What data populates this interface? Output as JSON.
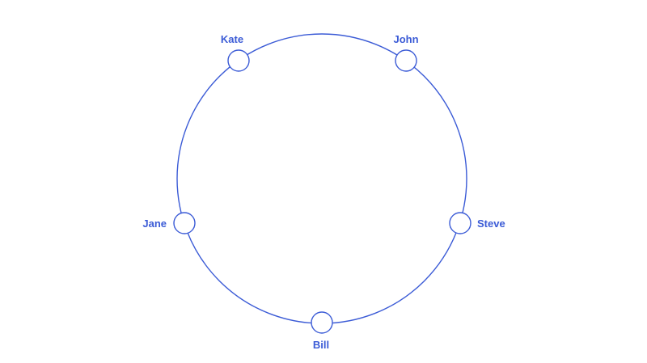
{
  "colors": {
    "accent": "#3b5bd6",
    "node_fill": "#ffffff",
    "background": "#ffffff"
  },
  "nodes": [
    {
      "id": "kate",
      "label": "Kate"
    },
    {
      "id": "john",
      "label": "John"
    },
    {
      "id": "steve",
      "label": "Steve"
    },
    {
      "id": "bill",
      "label": "Bill"
    },
    {
      "id": "jane",
      "label": "Jane"
    }
  ]
}
